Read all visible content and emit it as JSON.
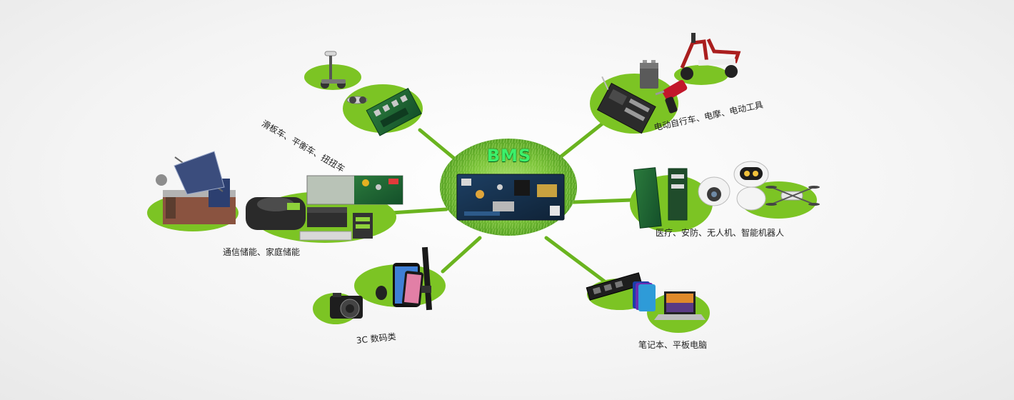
{
  "center": {
    "title": "BMS"
  },
  "applications": [
    {
      "label": "滑板车、平衡车、扭扭车"
    },
    {
      "label": "电动自行车、电摩、电动工具"
    },
    {
      "label": "通信储能、家庭储能"
    },
    {
      "label": "医疗、安防、无人机、智能机器人"
    },
    {
      "label": "3C 数码类"
    },
    {
      "label": "笔记本、平板电脑"
    }
  ],
  "colors": {
    "leaf_green": "#7cc424",
    "line_green": "#6ab41f",
    "center_title": "#3cf06a"
  }
}
